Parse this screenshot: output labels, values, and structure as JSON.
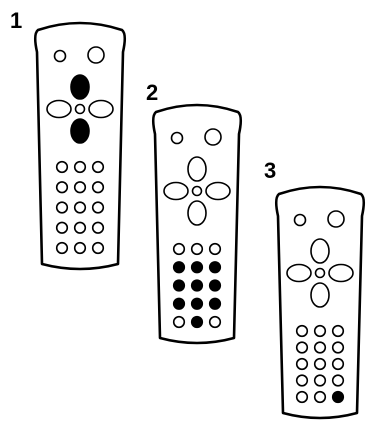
{
  "remotes": [
    {
      "label": "1",
      "top_buttons": [
        "outline",
        "outline"
      ],
      "dpad": {
        "up": "filled",
        "down": "filled",
        "left": "outline",
        "right": "outline",
        "center": "outline"
      },
      "keypad": [
        [
          "outline",
          "outline",
          "outline"
        ],
        [
          "outline",
          "outline",
          "outline"
        ],
        [
          "outline",
          "outline",
          "outline"
        ],
        [
          "outline",
          "outline",
          "outline"
        ],
        [
          "outline",
          "outline",
          "outline"
        ]
      ]
    },
    {
      "label": "2",
      "top_buttons": [
        "outline",
        "outline"
      ],
      "dpad": {
        "up": "outline",
        "down": "outline",
        "left": "outline",
        "right": "outline",
        "center": "outline"
      },
      "keypad": [
        [
          "outline",
          "outline",
          "outline"
        ],
        [
          "filled",
          "filled",
          "filled"
        ],
        [
          "filled",
          "filled",
          "filled"
        ],
        [
          "filled",
          "filled",
          "filled"
        ],
        [
          "outline",
          "filled",
          "outline"
        ]
      ]
    },
    {
      "label": "3",
      "top_buttons": [
        "outline",
        "outline"
      ],
      "dpad": {
        "up": "outline",
        "down": "outline",
        "left": "outline",
        "right": "outline",
        "center": "outline"
      },
      "keypad": [
        [
          "outline",
          "outline",
          "outline"
        ],
        [
          "outline",
          "outline",
          "outline"
        ],
        [
          "outline",
          "outline",
          "outline"
        ],
        [
          "outline",
          "outline",
          "outline"
        ],
        [
          "outline",
          "outline",
          "filled"
        ]
      ]
    }
  ]
}
